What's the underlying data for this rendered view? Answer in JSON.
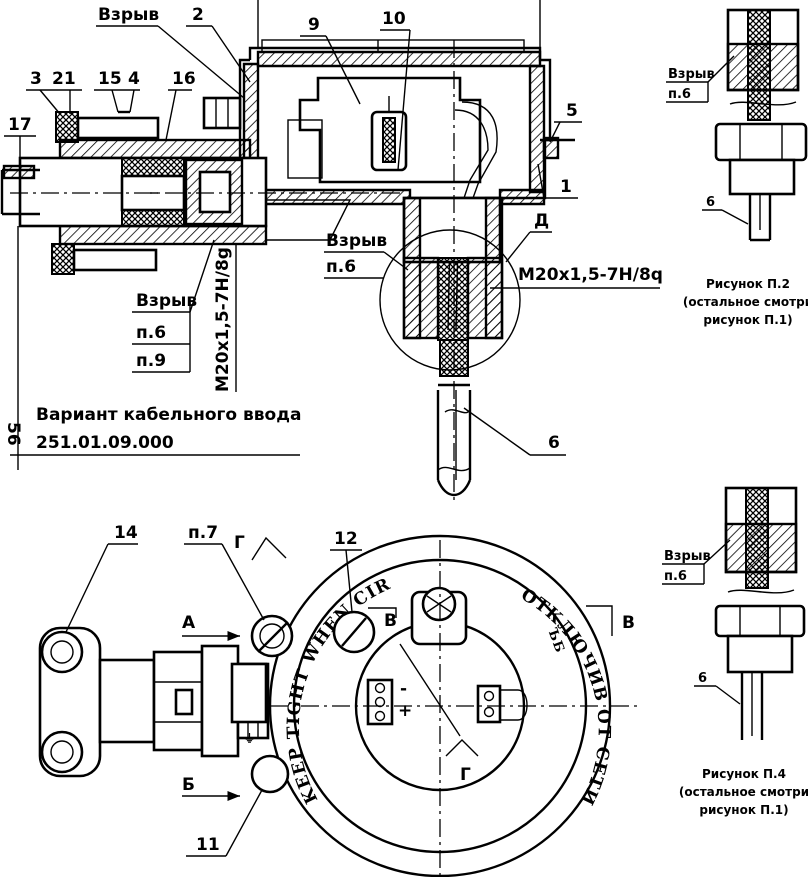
{
  "labels": {
    "vzryv": "Взрыв",
    "p6": "п.6",
    "p9": "п.9",
    "p7": "п.7",
    "thread": "M20x1,5-7H/8g",
    "thread_q": "M20x1,5-7H/8q",
    "dim_56": "56",
    "cable_variant": "Вариант кабельного ввода",
    "cable_variant_code": "251.01.09.000",
    "detail_d": "Д",
    "plus": "+",
    "minus": "-",
    "ground": "⏚"
  },
  "callouts": {
    "n1": "1",
    "n2": "2",
    "n3": "3",
    "n4": "4",
    "n5": "5",
    "n6": "6",
    "n9": "9",
    "n10": "10",
    "n11": "11",
    "n12": "12",
    "n14": "14",
    "n15": "15",
    "n16": "16",
    "n17": "17",
    "n21": "21"
  },
  "views": {
    "a": "А",
    "b": "Б",
    "v": "В",
    "g": "Г"
  },
  "ring_text": {
    "left": "KEEP TIGHT WHEN CIRCUITS",
    "right": "ОТКЛЮЧИВ ОТ СЕТИ",
    "right_tail": "ЪБ"
  },
  "figures": {
    "p2": {
      "title": "Рисунок П.2",
      "note_1": "(остальное смотри",
      "note_2": "рисунок П.1)"
    },
    "p4": {
      "title": "Рисунок П.4",
      "note_1": "(остальное смотри",
      "note_2": "рисунок П.1)"
    }
  }
}
